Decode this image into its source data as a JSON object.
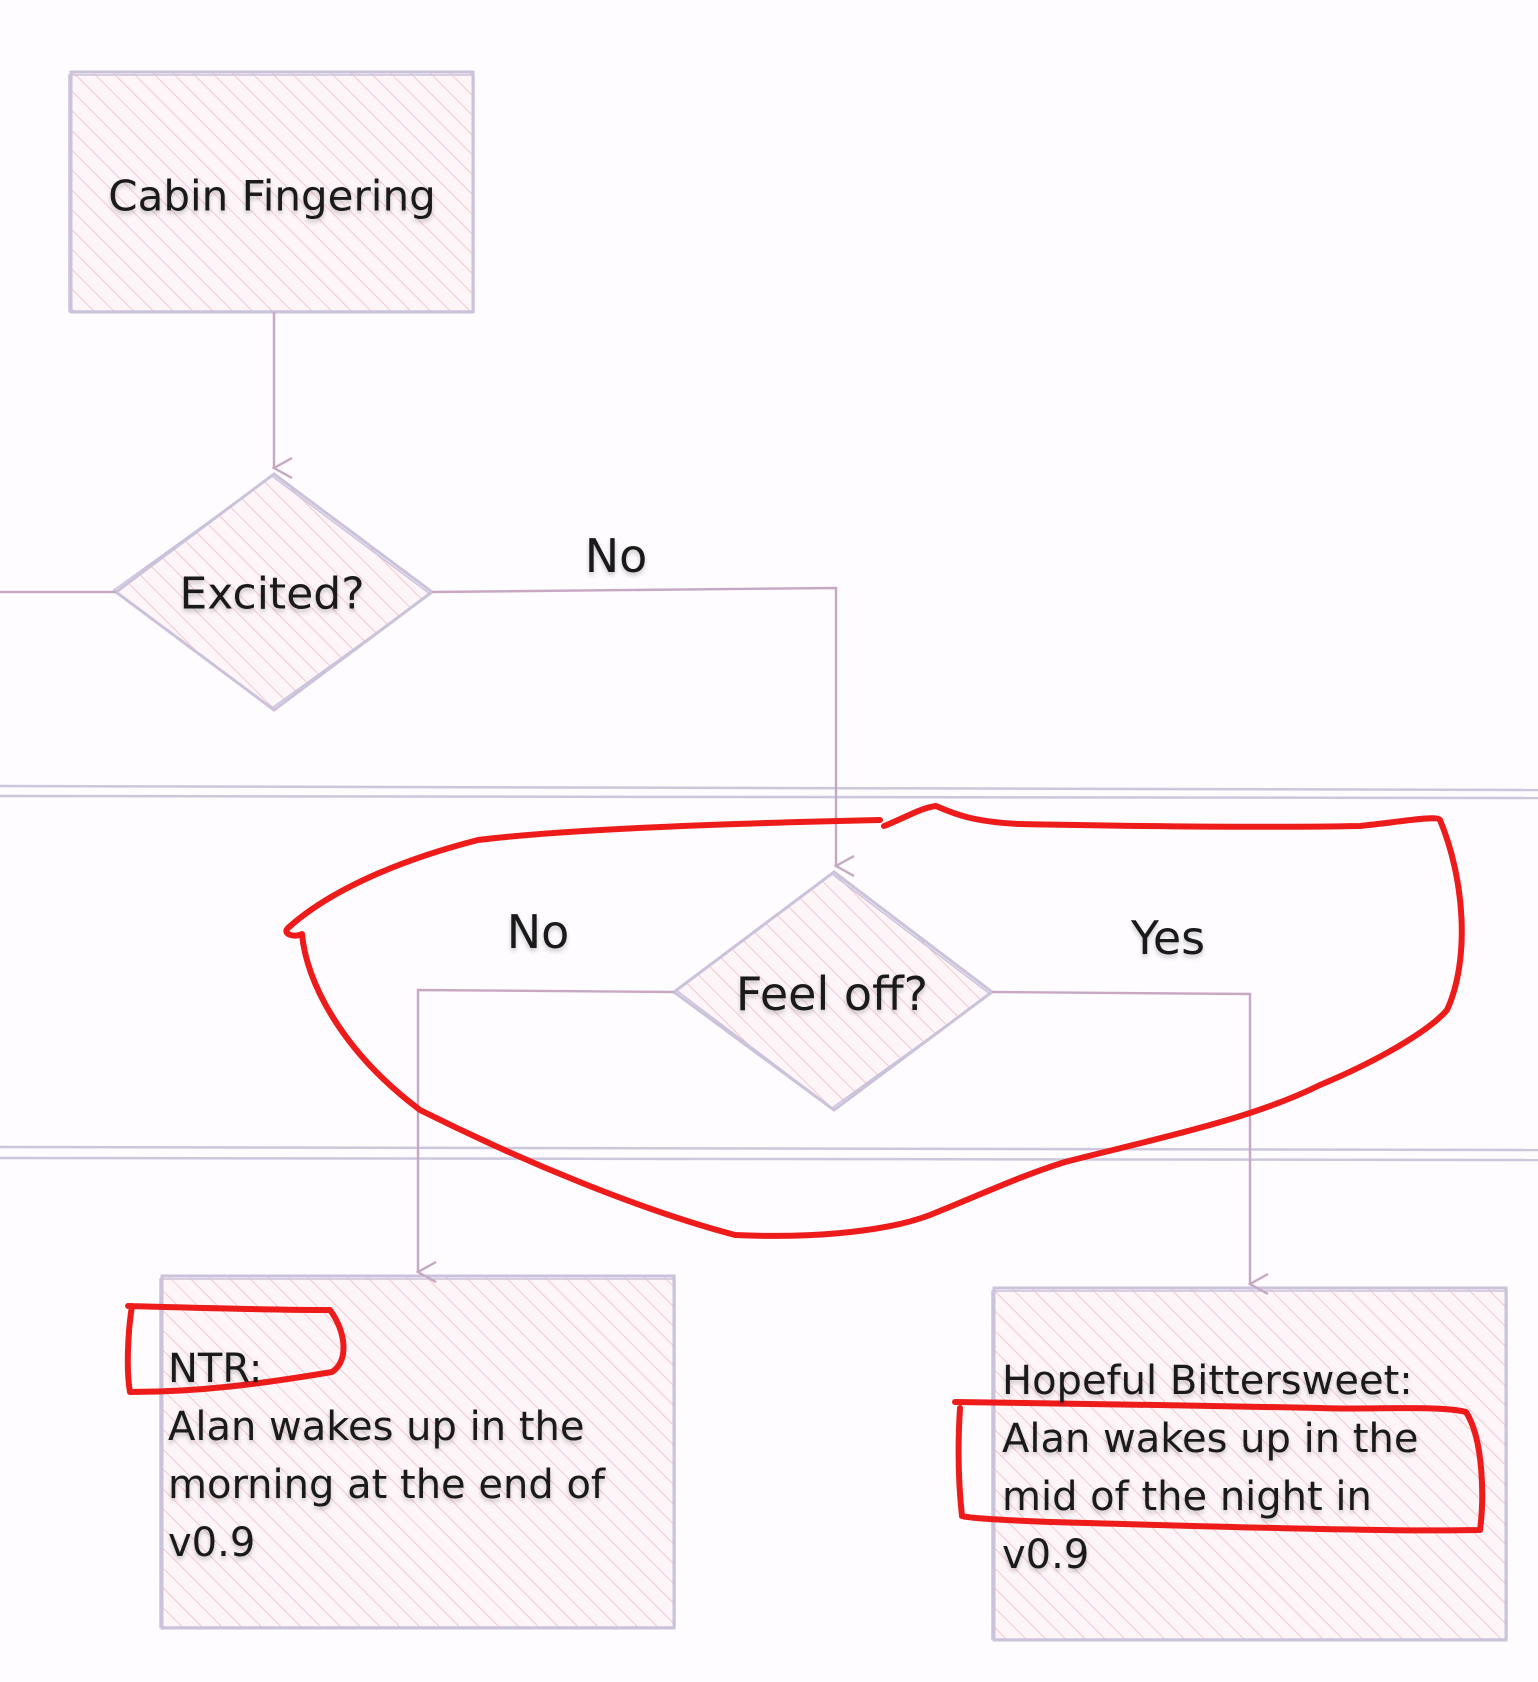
{
  "colors": {
    "background": "#fefcff",
    "node_stroke": "#cbc2dc",
    "node_hatch": "#f3c9cf",
    "edge": "#c7a8c4",
    "divider": "#cdc7de",
    "annotation": "#ee1b1b",
    "text": "#1a1a1a"
  },
  "nodes": {
    "cabin_fingering": {
      "shape": "rectangle",
      "label": "Cabin Fingering"
    },
    "excited": {
      "shape": "diamond",
      "label": "Excited?"
    },
    "feel_off": {
      "shape": "diamond",
      "label": "Feel off?"
    },
    "ntr": {
      "shape": "rectangle",
      "lines": [
        "NTR:",
        "Alan wakes up in the",
        "morning at the end of",
        "v0.9"
      ]
    },
    "hopeful_bittersweet": {
      "shape": "rectangle",
      "lines": [
        "Hopeful Bittersweet:",
        "Alan wakes up in the",
        "mid of the night in",
        "v0.9"
      ]
    }
  },
  "edges": {
    "excited_no": {
      "label": "No"
    },
    "feel_off_no": {
      "label": "No"
    },
    "feel_off_yes": {
      "label": "Yes"
    }
  },
  "annotations": {
    "style": "red hand-drawn marker outlines",
    "targets": [
      "feel-off-region",
      "ntr-label",
      "hopeful-mid-night-lines"
    ]
  }
}
